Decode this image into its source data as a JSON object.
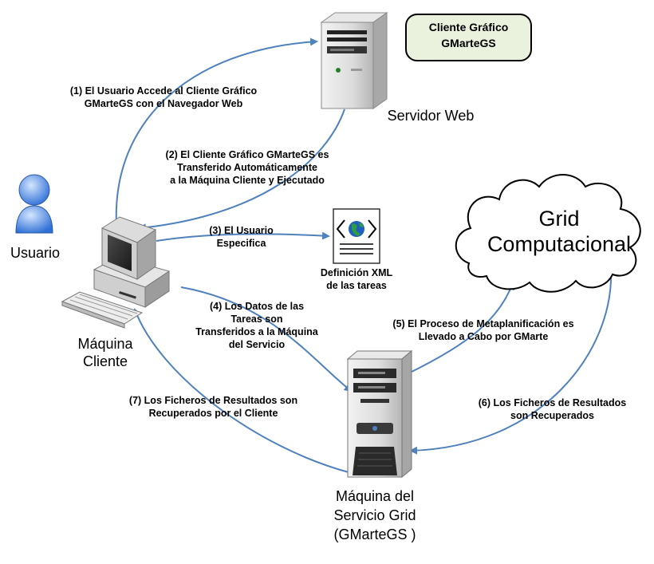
{
  "colors": {
    "arrow": "#4f81bd",
    "callout_fill": "#eaf1dd",
    "callout_border": "#000000",
    "cloud_border": "#000000",
    "globe_land": "#2f9e3d",
    "globe_sea": "#1f5fbf"
  },
  "nodes": {
    "web_server": {
      "label": "Servidor Web",
      "icon": "server-tower-icon"
    },
    "callout": {
      "line1": "Cliente Gráfico",
      "line2": "GMarteGS"
    },
    "user": {
      "label": "Usuario",
      "icon": "user-icon"
    },
    "client_machine": {
      "line1": "Máquina",
      "line2": "Cliente",
      "icon": "desktop-computer-icon"
    },
    "xml_doc": {
      "line1": "Definición XML",
      "line2": "de las tareas",
      "icon": "xml-document-icon"
    },
    "grid": {
      "line1": "Grid",
      "line2": "Computacional",
      "icon": "cloud-icon"
    },
    "grid_service": {
      "line1": "Máquina del",
      "line2": "Servicio Grid",
      "line3": "(GMarteGS )",
      "icon": "tower-pc-icon"
    }
  },
  "steps": {
    "s1": {
      "line1": "(1) El Usuario Accede al Cliente Gráfico",
      "line2": "GMarteGS con el Navegador Web"
    },
    "s2": {
      "line1": "(2) El Cliente Gráfico GMarteGS  es",
      "line2": "Transferido Automáticamente",
      "line3": "a la Máquina Cliente y Ejecutado"
    },
    "s3": {
      "line1": "(3) El Usuario",
      "line2": "Especifica"
    },
    "s4": {
      "line1": "(4) Los Datos de las",
      "line2": "Tareas son",
      "line3": "Transferidos a la Máquina",
      "line4": "del Servicio"
    },
    "s5": {
      "line1": "(5) El Proceso de Metaplanificación es",
      "line2": "Llevado a Cabo por GMarte"
    },
    "s6": {
      "line1": "(6) Los Ficheros de Resultados",
      "line2": "son Recuperados"
    },
    "s7": {
      "line1": "(7) Los Ficheros de Resultados son",
      "line2": "Recuperados por el Cliente"
    }
  }
}
